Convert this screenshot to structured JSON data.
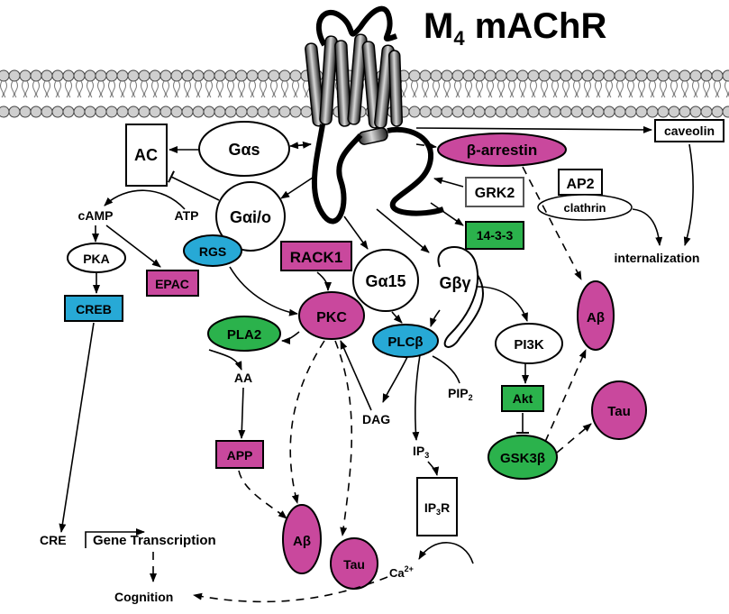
{
  "title": {
    "main": "M",
    "sub": "4",
    "rest": " mAChR"
  },
  "colors": {
    "magenta": "#c9489d",
    "blue": "#27a9d6",
    "green": "#2bb24c"
  },
  "nodes": {
    "ac": "AC",
    "gas": "Gαs",
    "gaio": "Gαi/o",
    "camp": "cAMP",
    "atp": "ATP",
    "rgs": "RGS",
    "pka": "PKA",
    "epac": "EPAC",
    "creb": "CREB",
    "rack1": "RACK1",
    "ga15": "Gα15",
    "gbg": "Gβγ",
    "pkc": "PKC",
    "pla2": "PLA2",
    "aa": "AA",
    "app": "APP",
    "abeta1": "Aβ",
    "tau1": "Tau",
    "plcb": "PLCβ",
    "pip2": {
      "main": "PIP",
      "sub": "2"
    },
    "dag": "DAG",
    "ip3": {
      "main": "IP",
      "sub": "3"
    },
    "ip3r": {
      "main": "IP",
      "sub": "3",
      "rest": "R"
    },
    "ca": {
      "main": "Ca",
      "sup": "2+"
    },
    "barr": "β-arrestin",
    "grk2": "GRK2",
    "p1433": "14-3-3",
    "ap2": "AP2",
    "clathrin": "clathrin",
    "caveolin": "caveolin",
    "internalization": "internalization",
    "pi3k": "PI3K",
    "akt": "Akt",
    "gsk3b": "GSK3β",
    "abeta2": "Aβ",
    "tau2": "Tau",
    "cre": "CRE",
    "gene": "Gene Transcription",
    "cognition": "Cognition"
  },
  "icons": [
    "receptor-helix-icon",
    "lipid-bilayer-icon"
  ]
}
